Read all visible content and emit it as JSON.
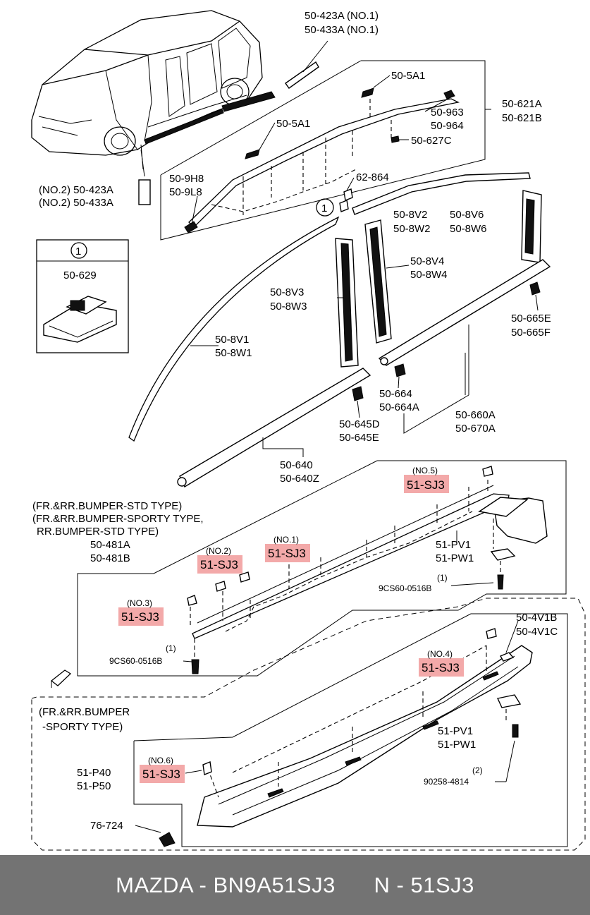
{
  "callouts": {
    "p50_423A_no1": "50-423A (NO.1)",
    "p50_433A_no1": "50-433A (NO.1)",
    "p50_5A1_a": "50-5A1",
    "p50_621A": "50-621A",
    "p50_621B": "50-621B",
    "p50_963": "50-963",
    "p50_964": "50-964",
    "p50_5A1_b": "50-5A1",
    "p50_627C": "50-627C",
    "p62_864": "62-864",
    "p50_9H8": "50-9H8",
    "p50_9L8": "50-9L8",
    "p50_423A_no2": "(NO.2) 50-423A",
    "p50_433A_no2": "(NO.2) 50-433A",
    "circle_1": "1",
    "p50_8V2": "50-8V2",
    "p50_8W2": "50-8W2",
    "p50_8V6": "50-8V6",
    "p50_8W6": "50-8W6",
    "inset_circle": "1",
    "inset_part": "50-629",
    "p50_8V4": "50-8V4",
    "p50_8W4": "50-8W4",
    "p50_8V3": "50-8V3",
    "p50_8W3": "50-8W3",
    "p50_665E": "50-665E",
    "p50_665F": "50-665F",
    "p50_8V1": "50-8V1",
    "p50_8W1": "50-8W1",
    "p50_664": "50-664",
    "p50_664A": "50-664A",
    "p50_645D": "50-645D",
    "p50_645E": "50-645E",
    "p50_660A": "50-660A",
    "p50_670A": "50-670A",
    "p50_640": "50-640",
    "p50_640Z": "50-640Z",
    "no5": "(NO.5)",
    "sj3_no5": "51-SJ3",
    "std_note_1": "(FR.&RR.BUMPER-STD TYPE)",
    "std_note_2": "(FR.&RR.BUMPER-SPORTY TYPE,",
    "std_note_3": "RR.BUMPER-STD TYPE)",
    "p50_481A": "50-481A",
    "p50_481B": "50-481B",
    "no1": "(NO.1)",
    "sj3_no1": "51-SJ3",
    "no2": "(NO.2)",
    "sj3_no2": "51-SJ3",
    "p51_PV1_a": "51-PV1",
    "p51_PW1_a": "51-PW1",
    "qty_1_a": "(1)",
    "bolt_a": "9CS60-0516B",
    "no3": "(NO.3)",
    "sj3_no3": "51-SJ3",
    "qty_1_b": "(1)",
    "bolt_b": "9CS60-0516B",
    "p50_4V1B": "50-4V1B",
    "p50_4V1C": "50-4V1C",
    "no4": "(NO.4)",
    "sj3_no4": "51-SJ3",
    "sporty_1": "(FR.&RR.BUMPER",
    "sporty_2": "-SPORTY TYPE)",
    "p51_PV1_b": "51-PV1",
    "p51_PW1_b": "51-PW1",
    "p51_P40": "51-P40",
    "p51_P50": "51-P50",
    "no6": "(NO.6)",
    "sj3_no6": "51-SJ3",
    "qty_2": "(2)",
    "clip_90258": "90258-4814",
    "p76_724": "76-724"
  },
  "highlight_color": "#f3a9a9",
  "footer": {
    "left": "MAZDA - BN9A51SJ3",
    "right": "N - 51SJ3",
    "background": "#737373"
  }
}
